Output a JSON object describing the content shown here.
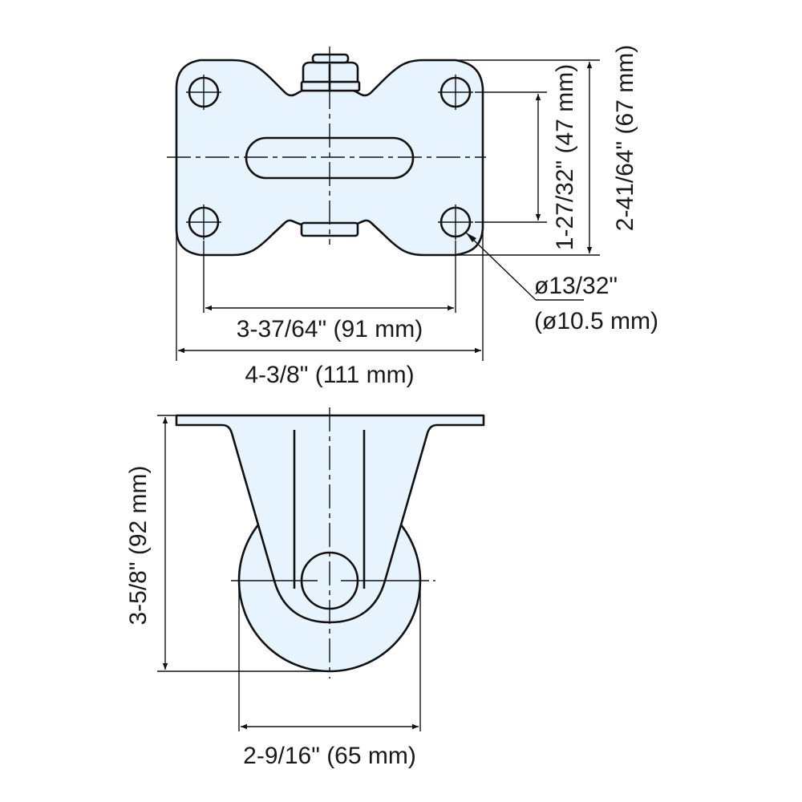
{
  "drawing": {
    "title": "Rigid caster dimension drawing",
    "fill_color": "#e8f4fd",
    "line_color": "#111111",
    "top_view": {
      "hole_spacing_width_label": "3-37/64\" (91 mm)",
      "plate_width_label": "4-3/8\" (111 mm)",
      "hole_spacing_depth_label": "1-27/32\" (47 mm)",
      "plate_depth_label": "2-41/64\" (67 mm)",
      "hole_diameter_label": "ø13/32\"",
      "hole_diameter_mm_label": "(ø10.5 mm)"
    },
    "side_view": {
      "overall_height_label": "3-5/8\" (92 mm)",
      "wheel_diameter_label": "2-9/16\" (65 mm)"
    }
  }
}
